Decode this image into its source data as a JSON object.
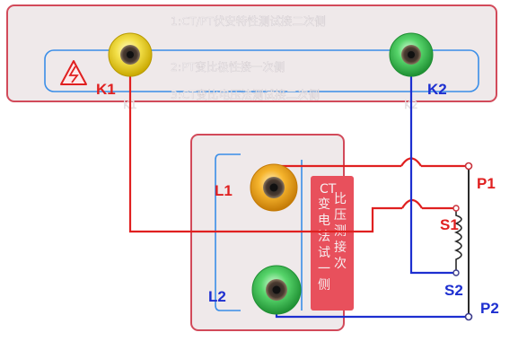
{
  "top_panel": {
    "line1": "1:CT/PT伏安特性测试接二次侧",
    "line2": "2:PT变比极性接一次侧",
    "line3": "3:CT变比电压法测试接二次侧",
    "sub_k1": "K1",
    "sub_k2": "K2"
  },
  "terminals": {
    "k1": "K1",
    "k2": "K2",
    "l1": "L1",
    "l2": "L2"
  },
  "ct_label": {
    "col_left": [
      "CT",
      "变",
      "电",
      "法",
      "试",
      "一",
      "侧"
    ],
    "col_right": [
      "比",
      "压",
      "测",
      "接",
      "次"
    ]
  },
  "transformer": {
    "p1": "P1",
    "s1": "S1",
    "s2": "S2",
    "p2": "P2"
  },
  "colors": {
    "red_wire": "#e02020",
    "blue_wire": "#1d2fd0",
    "panel_fill": "#efe9ea",
    "panel_border": "#d24a5a",
    "frame_blue": "#3a8ee8",
    "ct_badge": "#e8505c",
    "text_light": "#f4f0f2"
  }
}
